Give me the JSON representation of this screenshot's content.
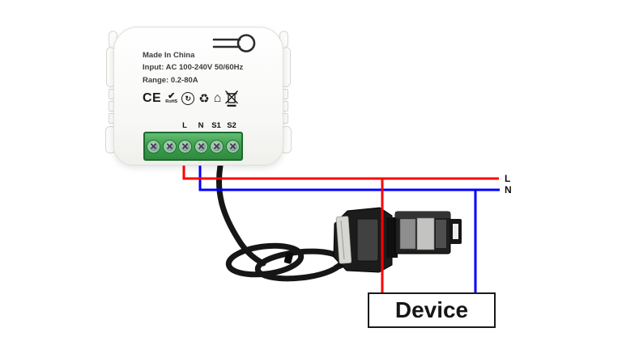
{
  "module": {
    "made_in": "Made In China",
    "input": "Input: AC 100-240V 50/60Hz",
    "range": "Range: 0.2-80A",
    "terminal_labels": [
      "L",
      "N",
      "S1",
      "S2"
    ],
    "cert_icons": [
      {
        "name": "ce-mark",
        "label": "CE"
      },
      {
        "name": "rohs-check-icon",
        "label": "RoHS",
        "glyph": "✔"
      },
      {
        "name": "green-dot-icon",
        "glyph": "↻"
      },
      {
        "name": "recycle-icon",
        "glyph": "♻"
      },
      {
        "name": "house-icon",
        "glyph": "⌂"
      },
      {
        "name": "weee-bin-icon"
      }
    ]
  },
  "wiring": {
    "live_label": "L",
    "neutral_label": "N",
    "live_color": "#ff0000",
    "neutral_color": "#0000ff",
    "ct_cable_color": "#161616"
  },
  "device": {
    "label": "Device"
  }
}
